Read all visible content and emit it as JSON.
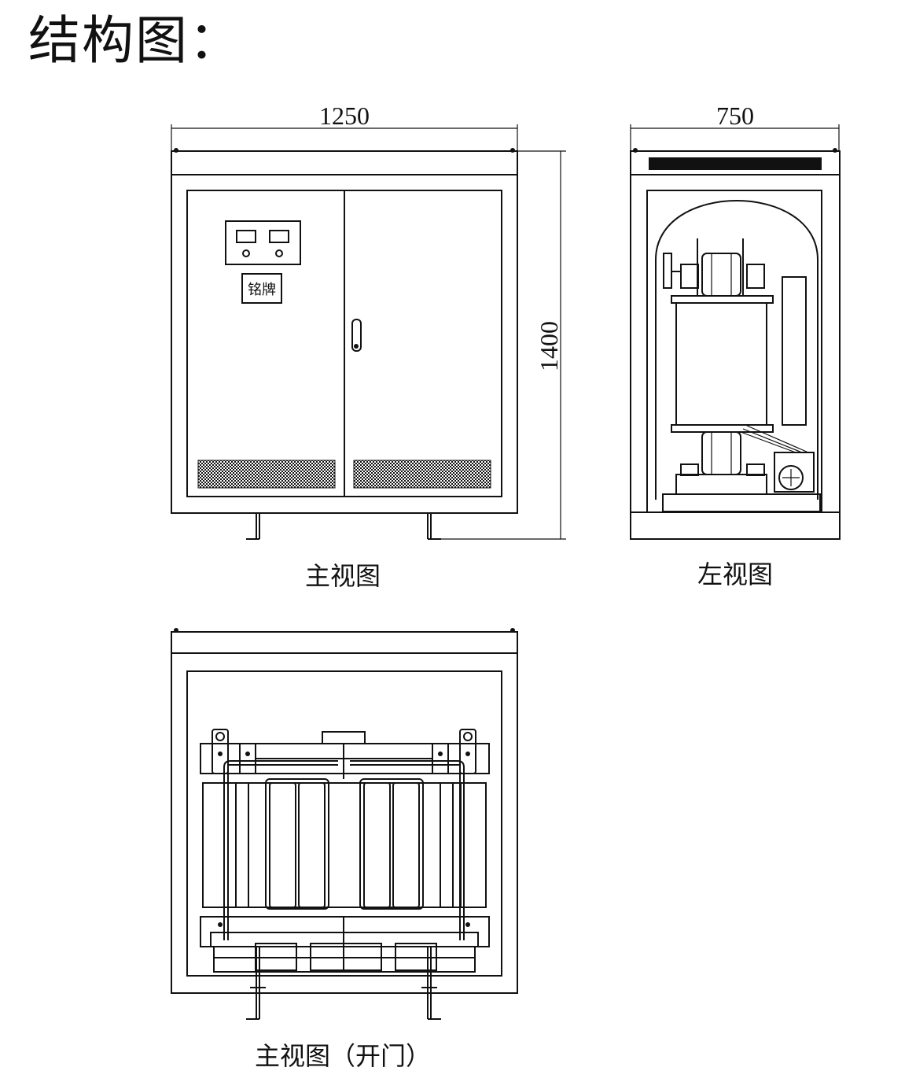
{
  "title": "结构图：",
  "dimensions": {
    "front_width": "1250",
    "side_width": "750",
    "height": "1400"
  },
  "nameplate_label": "铭牌",
  "captions": {
    "front_view": "主视图",
    "left_view": "左视图",
    "front_view_open": "主视图（开门）"
  },
  "colors": {
    "line": "#111111",
    "background": "#ffffff"
  }
}
